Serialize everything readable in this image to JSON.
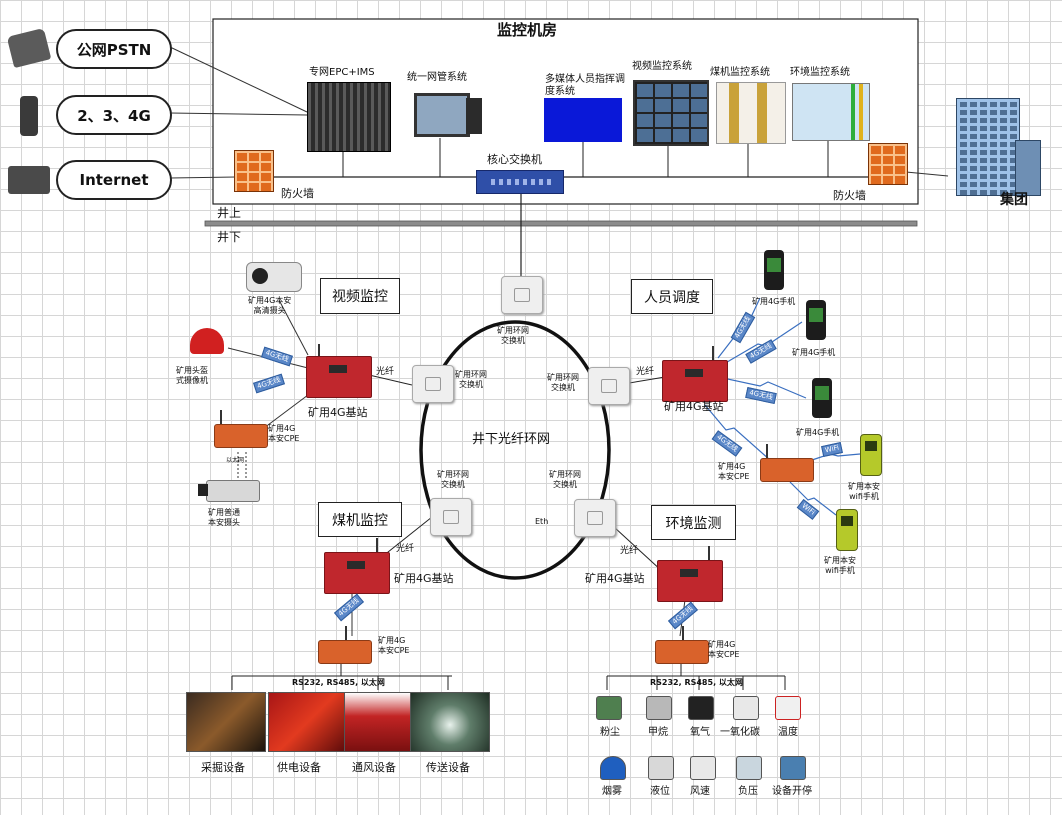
{
  "room": {
    "title": "监控机房"
  },
  "external": {
    "pstn": "公网PSTN",
    "mobile": "2、3、4G",
    "internet": "Internet",
    "group": "集团"
  },
  "room_devices": {
    "epc": "专网EPC+IMS",
    "nms": "统一网管系统",
    "multimedia": "多媒体人员指挥调度系统",
    "video_sys": "视频监控系统",
    "coal_sys": "煤机监控系统",
    "env_sys": "环境监控系统",
    "core_switch": "核心交换机",
    "firewall_left": "防火墙",
    "firewall_right": "防火墙"
  },
  "levels": {
    "above": "井上",
    "below": "井下"
  },
  "ring": {
    "label": "井下光纤环网",
    "switch_label": "矿用环网\n交换机",
    "eth": "Eth"
  },
  "sections": {
    "video": "视频监控",
    "personnel": "人员调度",
    "coal": "煤机监控",
    "env": "环境监测"
  },
  "labels": {
    "fiber": "光纤",
    "bs": "矿用4G基站",
    "cpe": "矿用4G\n本安CPE",
    "wireless": "4G无线",
    "wireless_wifi": "WiFi",
    "bus": "RS232, RS485, 以太网",
    "hd_cam": "矿用4G本安\n高清摄头",
    "helmet_cam": "矿用头盔\n式摄像机",
    "normal_cam": "矿用普通\n本安摄头",
    "cam_link": "以太网",
    "phone_4g": "矿用4G手机",
    "wifi_phone": "矿用本安\nwifi手机"
  },
  "coal_equipment": [
    "采掘设备",
    "供电设备",
    "通风设备",
    "传送设备"
  ],
  "env_sensors": [
    "粉尘",
    "甲烷",
    "氧气",
    "一氧化碳",
    "温度",
    "烟雾",
    "液位",
    "风速",
    "负压",
    "设备开停"
  ],
  "colors": {
    "bs": "#c0272d",
    "cpe": "#d9622b",
    "wireless_tag": "#5a87c8",
    "firewall": "#e06a1e",
    "switch_blue": "#2f4fa8",
    "multimedia_blue": "#0a18d8"
  }
}
